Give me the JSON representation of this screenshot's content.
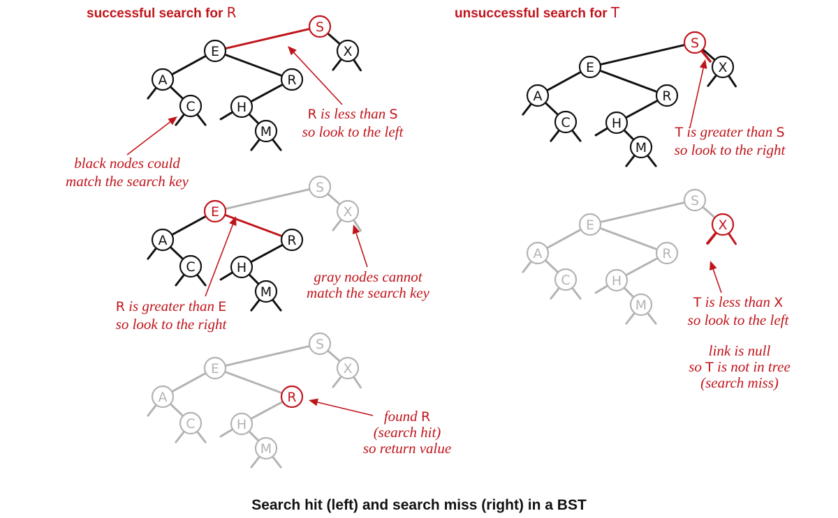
{
  "headers": [
    {
      "prefix": "successful search for ",
      "key": "R"
    },
    {
      "prefix": "unsuccessful search for ",
      "key": "T"
    }
  ],
  "caption": "Search hit (left) and search miss (right) in a BST",
  "colors": {
    "black": "#111111",
    "red": "#c0141b",
    "gray": "#b3b3b3"
  },
  "nodes": [
    "S",
    "E",
    "X",
    "A",
    "R",
    "C",
    "H",
    "M"
  ],
  "tree_edges": [
    [
      "S",
      "E"
    ],
    [
      "S",
      "X"
    ],
    [
      "E",
      "A"
    ],
    [
      "E",
      "R"
    ],
    [
      "A",
      "C"
    ],
    [
      "R",
      "H"
    ],
    [
      "H",
      "M"
    ]
  ],
  "panels": [
    {
      "id": "hit-step-1",
      "red_nodes": [
        "S"
      ],
      "gray_nodes": [],
      "red_edges": [
        [
          "S",
          "E"
        ]
      ],
      "gray_edges": []
    },
    {
      "id": "hit-step-2",
      "red_nodes": [
        "E"
      ],
      "gray_nodes": [
        "S",
        "X"
      ],
      "red_edges": [
        [
          "E",
          "R"
        ]
      ],
      "gray_edges": [
        [
          "S",
          "E"
        ],
        [
          "S",
          "X"
        ]
      ]
    },
    {
      "id": "hit-step-3",
      "red_nodes": [
        "R"
      ],
      "gray_nodes": [
        "S",
        "E",
        "X",
        "A",
        "C",
        "H",
        "M"
      ],
      "red_edges": [],
      "gray_edges": [
        [
          "S",
          "E"
        ],
        [
          "S",
          "X"
        ],
        [
          "E",
          "A"
        ],
        [
          "E",
          "R"
        ],
        [
          "A",
          "C"
        ],
        [
          "R",
          "H"
        ],
        [
          "H",
          "M"
        ]
      ]
    },
    {
      "id": "miss-step-1",
      "red_nodes": [
        "S"
      ],
      "gray_nodes": [],
      "red_edges": [
        [
          "S",
          "right-child"
        ]
      ],
      "gray_edges": []
    },
    {
      "id": "miss-step-2",
      "red_nodes": [
        "X"
      ],
      "gray_nodes": [
        "S",
        "E",
        "A",
        "R",
        "C",
        "H",
        "M"
      ],
      "red_edges": [
        [
          "X",
          "left-child"
        ]
      ],
      "gray_edges": [
        [
          "S",
          "E"
        ],
        [
          "S",
          "X"
        ],
        [
          "E",
          "A"
        ],
        [
          "E",
          "R"
        ],
        [
          "A",
          "C"
        ],
        [
          "R",
          "H"
        ],
        [
          "H",
          "M"
        ]
      ]
    }
  ],
  "annotations": [
    {
      "id": "note-r-less-than-s",
      "lines": [
        [
          {
            "t": "R",
            "key": true
          },
          {
            "t": " is less than "
          },
          {
            "t": "S",
            "key": true
          }
        ],
        [
          {
            "t": "so look to the left"
          }
        ]
      ]
    },
    {
      "id": "note-black-nodes",
      "lines": [
        [
          {
            "t": "black nodes could"
          }
        ],
        [
          {
            "t": "match the search key"
          }
        ]
      ]
    },
    {
      "id": "note-r-greater-than-e",
      "lines": [
        [
          {
            "t": "R",
            "key": true
          },
          {
            "t": " is greater than "
          },
          {
            "t": "E",
            "key": true
          }
        ],
        [
          {
            "t": "so look to the right"
          }
        ]
      ]
    },
    {
      "id": "note-gray-nodes",
      "lines": [
        [
          {
            "t": "gray nodes cannot"
          }
        ],
        [
          {
            "t": "match the search key"
          }
        ]
      ]
    },
    {
      "id": "note-found-r",
      "lines": [
        [
          {
            "t": "found "
          },
          {
            "t": "R",
            "key": true
          }
        ],
        [
          {
            "t": "(search hit)"
          }
        ],
        [
          {
            "t": "so return value"
          }
        ]
      ]
    },
    {
      "id": "note-t-greater-than-s",
      "lines": [
        [
          {
            "t": "T",
            "key": true
          },
          {
            "t": " is greater than "
          },
          {
            "t": "S",
            "key": true
          }
        ],
        [
          {
            "t": "so look to the right"
          }
        ]
      ]
    },
    {
      "id": "note-t-less-than-x",
      "lines": [
        [
          {
            "t": "T",
            "key": true
          },
          {
            "t": " is less than "
          },
          {
            "t": "X",
            "key": true
          }
        ],
        [
          {
            "t": "so look to the left"
          }
        ]
      ]
    },
    {
      "id": "note-link-null",
      "lines": [
        [
          {
            "t": "link is null"
          }
        ],
        [
          {
            "t": "so "
          },
          {
            "t": "T",
            "key": true
          },
          {
            "t": " is not in tree"
          }
        ],
        [
          {
            "t": "(search miss)"
          }
        ]
      ]
    }
  ]
}
